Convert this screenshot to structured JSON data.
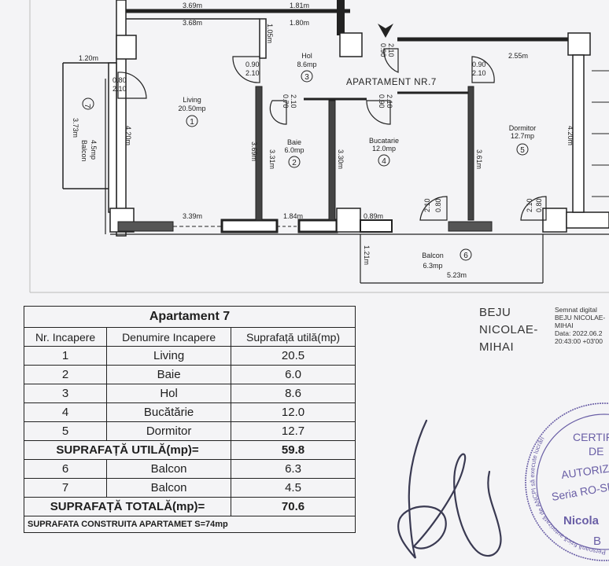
{
  "plan": {
    "apartment_label": "APARTAMENT NR.7",
    "dims": {
      "top_a": "3.69m",
      "top_b": "1.81m",
      "top_c": "3.68m",
      "top_d": "1.80m",
      "balcony_w": "1.20m",
      "door_living_w": "0.80",
      "door_living_h": "2.10",
      "balcony_h": "3.73m",
      "living_h": "4.20m",
      "living_bottom": "3.39m",
      "bath_bottom": "1.84m",
      "kitchen_bottom": "0.89m",
      "hol_h": "1.05m",
      "hol_door_w": "0.90",
      "hol_door_h": "2.10",
      "entry_door_w": "0.90",
      "entry_door_h": "2.10",
      "bath_door_w": "0.70",
      "bath_door_h": "2.10",
      "kitchen_door_w": "0.90",
      "kitchen_door_h": "2.10",
      "bed_door_w": "0.90",
      "bed_door_h": "2.10",
      "bed_top": "2.55m",
      "bath_h1": "3.69m",
      "bath_h2": "3.31m",
      "kitchen_h": "3.30m",
      "bed_h": "3.61m",
      "right_h": "4.20m",
      "balc_door1_w": "0.80",
      "balc_door1_h": "2.10",
      "balc_door2_w": "0.80",
      "balc_door2_h": "2.10",
      "balcony6_h": "1.21m",
      "balcony6_w": "5.23m"
    },
    "rooms": [
      {
        "name": "Living",
        "area": "20.50mp",
        "num": "1"
      },
      {
        "name": "Baie",
        "area": "6.0mp",
        "num": "2"
      },
      {
        "name": "Hol",
        "area": "8.6mp",
        "num": "3"
      },
      {
        "name": "Bucatarie",
        "area": "12.0mp",
        "num": "4"
      },
      {
        "name": "Dormitor",
        "area": "12.7mp",
        "num": "5"
      },
      {
        "name": "Balcon",
        "area": "6.3mp",
        "num": "6"
      },
      {
        "name": "Balcon",
        "area": "4.5mp",
        "num": "7"
      }
    ]
  },
  "table": {
    "title": "Apartament 7",
    "headers": [
      "Nr. Incapere",
      "Denumire Incapere",
      "Suprafață utilă(mp)"
    ],
    "rows": [
      {
        "nr": "1",
        "name": "Living",
        "area": "20.5"
      },
      {
        "nr": "2",
        "name": "Baie",
        "area": "6.0"
      },
      {
        "nr": "3",
        "name": "Hol",
        "area": "8.6"
      },
      {
        "nr": "4",
        "name": "Bucătărie",
        "area": "12.0"
      },
      {
        "nr": "5",
        "name": "Dormitor",
        "area": "12.7"
      }
    ],
    "util_label": "SUPRAFAȚĂ UTILĂ(mp)=",
    "util_value": "59.8",
    "balcony_rows": [
      {
        "nr": "6",
        "name": "Balcon",
        "area": "6.3"
      },
      {
        "nr": "7",
        "name": "Balcon",
        "area": "4.5"
      }
    ],
    "total_label": "SUPRAFAȚĂ TOTALĂ(mp)=",
    "total_value": "70.6",
    "built_label": "SUPRAFATA CONSTRUITA APARTAMET  S=74mp"
  },
  "signer": {
    "line1": "BEJU",
    "line2": "NICOLAE-",
    "line3": "MIHAI"
  },
  "digital_signature": {
    "line1": "Semnat digital",
    "line2": "BEJU NICOLAE-",
    "line3": "MIHAI",
    "line4": "Data: 2022.06.2",
    "line5": "20:43:00 +03'00"
  },
  "stamp": {
    "arc_text": "Persoană fizică autorizată de ANCPI să execute lucrări",
    "line1": "CERTIFIC",
    "line2": "DE",
    "line3": "AUTORIZ",
    "line4": "Seria RO-SB",
    "line5": "Nicola",
    "line6": "B"
  },
  "colors": {
    "ink": "#222222",
    "stamp": "#6a5fa6",
    "signature": "#3a3a52"
  }
}
